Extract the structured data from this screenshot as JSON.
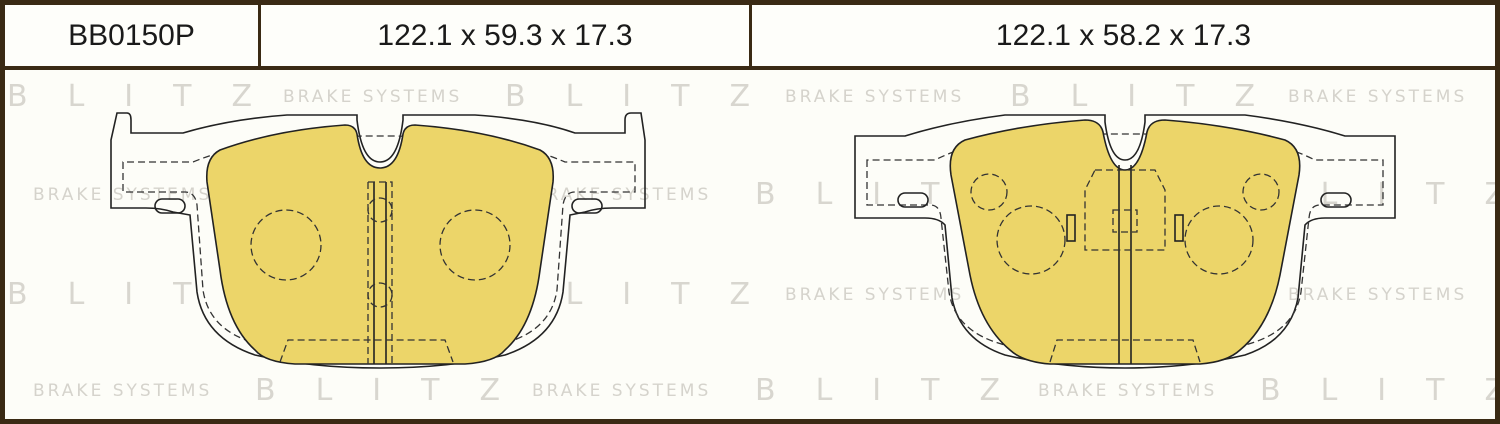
{
  "header": {
    "part_number": "BB0150P",
    "dimensions_left": "122.1 x 59.3 x 17.3",
    "dimensions_right": "122.1 x 58.2 x 17.3"
  },
  "watermark": {
    "brand": "BLITZ",
    "tagline": "BRAKE SYSTEMS"
  },
  "colors": {
    "pad_fill": "#ecd569",
    "border": "#3a2a14",
    "watermark": "#d8d6cf"
  }
}
